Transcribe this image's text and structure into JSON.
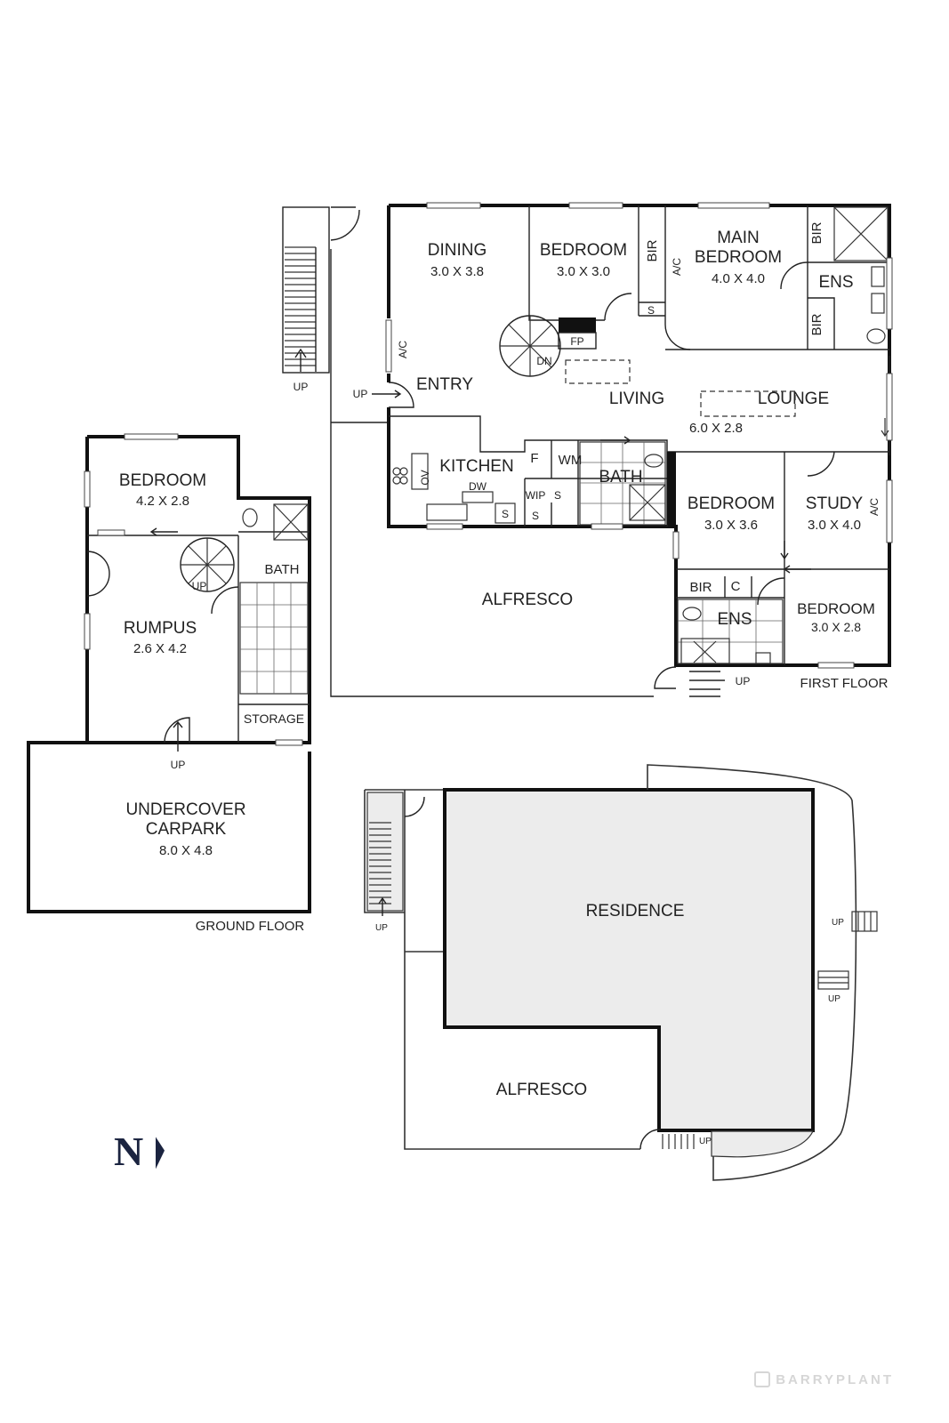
{
  "first_floor": {
    "rooms": {
      "dining": {
        "name": "DINING",
        "dims": "3.0 X 3.8"
      },
      "bedroom1": {
        "name": "BEDROOM",
        "dims": "3.0 X 3.0"
      },
      "main_bedroom": {
        "name1": "MAIN",
        "name2": "BEDROOM",
        "dims": "4.0 X 4.0"
      },
      "living": {
        "name": "LIVING"
      },
      "lounge": {
        "name": "LOUNGE",
        "dims": "6.0 X 2.8"
      },
      "entry": {
        "name": "ENTRY"
      },
      "kitchen": {
        "name": "KITCHEN"
      },
      "bath": {
        "name": "BATH"
      },
      "bedroom2": {
        "name": "BEDROOM",
        "dims": "3.0 X 3.6"
      },
      "study": {
        "name": "STUDY",
        "dims": "3.0 X 4.0"
      },
      "bedroom3": {
        "name": "BEDROOM",
        "dims": "3.0 X 2.8"
      },
      "ens_small": {
        "name": "ENS"
      },
      "ens_main": {
        "name": "ENS"
      },
      "alfresco": {
        "name": "ALFRESCO"
      }
    },
    "fixtures": {
      "bir": "BIR",
      "ac": "A/C",
      "s": "S",
      "fp": "FP",
      "dn": "DN",
      "f": "F",
      "wm": "WM",
      "wip": "WIP",
      "dw": "DW",
      "ov": "OV",
      "c": "C"
    },
    "up": "UP",
    "floor_label": "FIRST FLOOR"
  },
  "ground_floor": {
    "rooms": {
      "bedroom": {
        "name": "BEDROOM",
        "dims": "4.2 X 2.8"
      },
      "rumpus": {
        "name": "RUMPUS",
        "dims": "2.6 X 4.2"
      },
      "bath": {
        "name": "BATH"
      },
      "storage": {
        "name": "STORAGE"
      },
      "carpark": {
        "name1": "UNDERCOVER",
        "name2": "CARPARK",
        "dims": "8.0 X 4.8"
      }
    },
    "up": "UP",
    "floor_label": "GROUND FLOOR"
  },
  "site_plan": {
    "residence": "RESIDENCE",
    "alfresco": "ALFRESCO",
    "up": "UP"
  },
  "compass": {
    "letter": "N"
  },
  "brand": "BARRYPLANT"
}
